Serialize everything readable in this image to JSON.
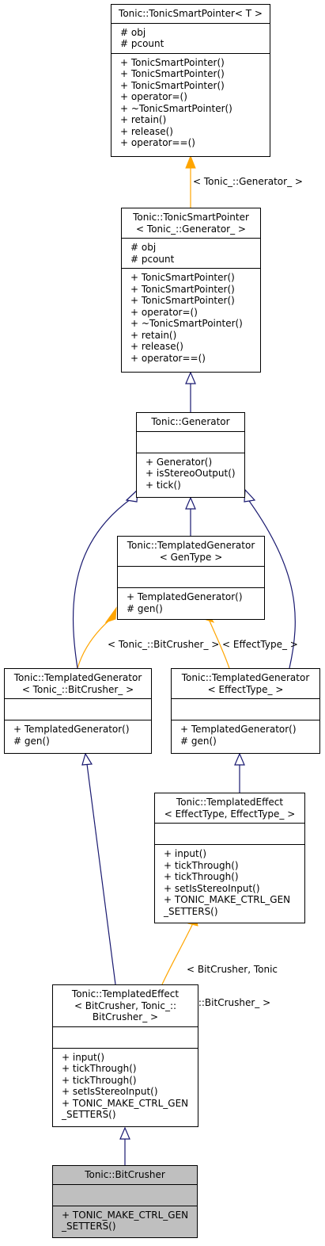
{
  "classes": {
    "tsp_t": {
      "title": [
        "Tonic::TonicSmartPointer< T >"
      ],
      "attributes": [
        "# obj",
        "# pcount"
      ],
      "methods": [
        "+ TonicSmartPointer()",
        "+ TonicSmartPointer()",
        "+ TonicSmartPointer()",
        "+ operator=()",
        "+ ~TonicSmartPointer()",
        "+ retain()",
        "+ release()",
        "+ operator==()"
      ]
    },
    "tsp_gen": {
      "title": [
        "Tonic::TonicSmartPointer",
        "< Tonic_::Generator_ >"
      ],
      "attributes": [
        "# obj",
        "# pcount"
      ],
      "methods": [
        "+ TonicSmartPointer()",
        "+ TonicSmartPointer()",
        "+ TonicSmartPointer()",
        "+ operator=()",
        "+ ~TonicSmartPointer()",
        "+ retain()",
        "+ release()",
        "+ operator==()"
      ]
    },
    "generator": {
      "title": [
        "Tonic::Generator"
      ],
      "attributes": [],
      "methods": [
        "+ Generator()",
        "+ isStereoOutput()",
        "+ tick()"
      ]
    },
    "tg_gentype": {
      "title": [
        "Tonic::TemplatedGenerator",
        "< GenType >"
      ],
      "attributes": [],
      "methods": [
        "+ TemplatedGenerator()",
        "# gen()"
      ]
    },
    "tg_bitcrusher": {
      "title": [
        "Tonic::TemplatedGenerator",
        "< Tonic_::BitCrusher_ >"
      ],
      "attributes": [],
      "methods": [
        "+ TemplatedGenerator()",
        "# gen()"
      ]
    },
    "tg_effecttype": {
      "title": [
        "Tonic::TemplatedGenerator",
        "< EffectType_ >"
      ],
      "attributes": [],
      "methods": [
        "+ TemplatedGenerator()",
        "# gen()"
      ]
    },
    "te_generic": {
      "title": [
        "Tonic::TemplatedEffect",
        "< EffectType, EffectType_ >"
      ],
      "attributes": [],
      "methods": [
        "+ input()",
        "+ tickThrough()",
        "+ tickThrough()",
        "+ setIsStereoInput()",
        "+ TONIC_MAKE_CTRL_GEN",
        "_SETTERS()"
      ]
    },
    "te_bitcrusher": {
      "title": [
        "Tonic::TemplatedEffect",
        "< BitCrusher, Tonic_::",
        "BitCrusher_ >"
      ],
      "attributes": [],
      "methods": [
        "+ input()",
        "+ tickThrough()",
        "+ tickThrough()",
        "+ setIsStereoInput()",
        "+ TONIC_MAKE_CTRL_GEN",
        "_SETTERS()"
      ]
    },
    "bitcrusher": {
      "title": [
        "Tonic::BitCrusher"
      ],
      "attributes": [],
      "methods": [
        "+ TONIC_MAKE_CTRL_GEN",
        "_SETTERS()"
      ]
    }
  },
  "edge_labels": {
    "generator_template": "< Tonic_::Generator_ >",
    "bitcrusher_template": "< Tonic_::BitCrusher_ >",
    "effecttype_template": "< EffectType_ >",
    "effect_bitcrusher_template": [
      "< BitCrusher, Tonic",
      "_::BitCrusher_ >"
    ]
  },
  "colors": {
    "inheritance": "#191970",
    "template_instance": "#ffa500",
    "highlight": "#bfbfbf"
  }
}
